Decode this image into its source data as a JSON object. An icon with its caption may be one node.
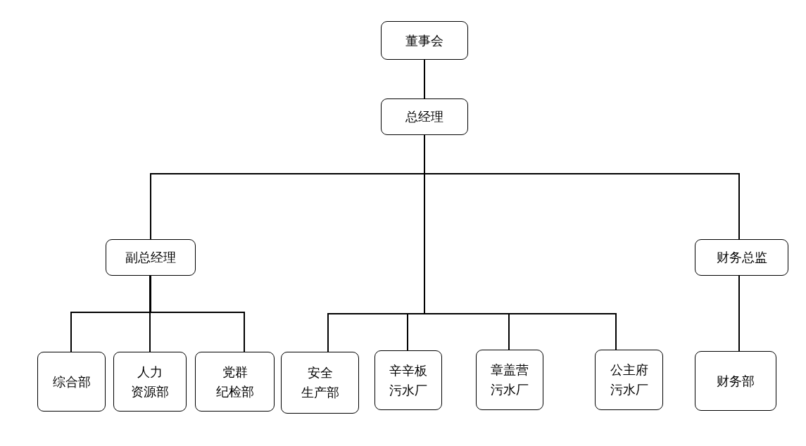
{
  "diagram": {
    "nodes": [
      {
        "text": [
          "董事会"
        ]
      },
      {
        "text": [
          "总经理"
        ]
      },
      {
        "text": [
          "副总经理"
        ]
      },
      {
        "text": [
          "财务总监"
        ]
      },
      {
        "text": [
          "综合部"
        ]
      },
      {
        "text": [
          "人力资源部"
        ]
      },
      {
        "text": [
          "党群纪检部"
        ]
      },
      {
        "text": [
          "安全生产部"
        ]
      },
      {
        "text": [
          "辛辛板污水厂"
        ]
      },
      {
        "text": [
          "章盖营污水厂"
        ]
      },
      {
        "text": [
          "公主府污水厂"
        ]
      },
      {
        "text": [
          "财务部"
        ]
      }
    ],
    "edges": [
      {
        "from": 0,
        "to": 1,
        "arrow": "none"
      },
      {
        "from": 1,
        "to": 2,
        "arrow": "none"
      },
      {
        "from": 1,
        "to": 3,
        "arrow": "none"
      },
      {
        "from": 1,
        "to": 7,
        "arrow": "none"
      },
      {
        "from": 1,
        "to": 8,
        "arrow": "none"
      },
      {
        "from": 1,
        "to": 9,
        "arrow": "none"
      },
      {
        "from": 1,
        "to": 10,
        "arrow": "none"
      },
      {
        "from": 2,
        "to": 4,
        "arrow": "none"
      },
      {
        "from": 2,
        "to": 5,
        "arrow": "none"
      },
      {
        "from": 2,
        "to": 6,
        "arrow": "none"
      },
      {
        "from": 3,
        "to": 11,
        "arrow": "none"
      }
    ]
  }
}
